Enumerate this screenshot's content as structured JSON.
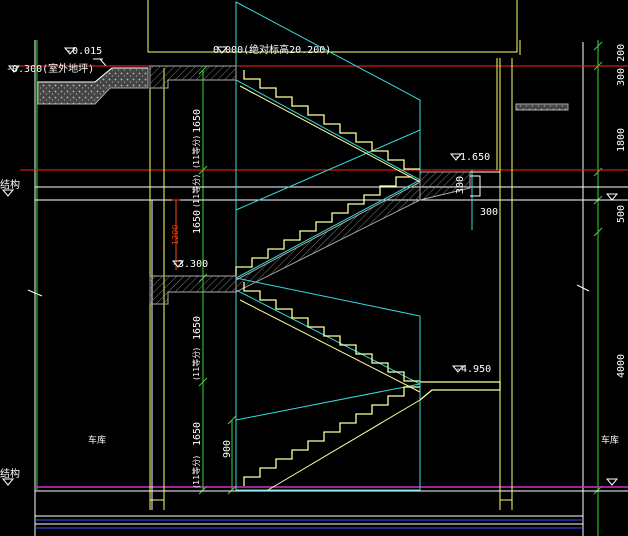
{
  "colors": {
    "background": "#000000",
    "wall": "#ffff66",
    "stair": "#ffff99",
    "flight_guide": "#33dddd",
    "level_line": "#ff2222",
    "grid": "#ffffff",
    "dimension": "#33dd33",
    "floor_band": "#cc33cc",
    "foundation": "#3355ff",
    "text": "#ffffff",
    "red_dim": "#ff4400",
    "hatch": "#aaaaaa"
  },
  "elevations": {
    "ground_outdoor": "-0.015",
    "outdoor_label": "-0.300(室外地坪)",
    "floor_zero": "0.000(绝对标高20.200)",
    "landing_mid": "-1.650",
    "landing_low": "-3.300",
    "bottom_landing": "-4.950"
  },
  "flight_dims": {
    "f1_len": "1650",
    "f1_steps": "(11等分)",
    "f2_len": "1650",
    "f2_steps": "(11等分)",
    "f3_len": "1650",
    "f3_steps": "(11等分)",
    "f4_len": "1650",
    "f4_steps": "(11等分)",
    "sub_900": "900",
    "red_1200": "1200"
  },
  "right_dims": {
    "d_top": "300 200",
    "d_1800": "1800",
    "d_500": "500",
    "d_4000": "4000",
    "w_300a": "300",
    "w_300b": "300"
  },
  "left_labels": {
    "structure_top": "结构",
    "structure_bottom": "结构"
  },
  "room_labels": {
    "left_room": "车库",
    "right_room": "车库"
  }
}
